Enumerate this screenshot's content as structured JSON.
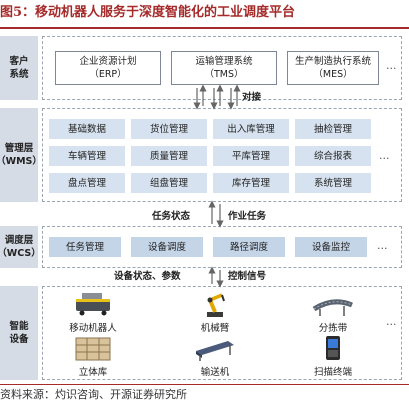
{
  "figure": {
    "title": "图5：移动机器人服务于深度智能化的工业调度平台",
    "source": "资料来源：灼识咨询、开源证券研究所"
  },
  "layers": {
    "customer": {
      "label_line1": "客户",
      "label_line2": "系统",
      "systems": [
        {
          "name": "企业资源计划",
          "abbr": "（ERP）"
        },
        {
          "name": "运输管理系统",
          "abbr": "（TMS）"
        },
        {
          "name": "生产制造执行系统",
          "abbr": "（MES）"
        }
      ],
      "ellipsis": "..."
    },
    "wms": {
      "label_line1": "管理层",
      "label_line2": "（WMS）",
      "modules": [
        "基础数据",
        "货位管理",
        "出入库管理",
        "抽检管理",
        "车辆管理",
        "质量管理",
        "平库管理",
        "综合报表",
        "盘点管理",
        "组盘管理",
        "库存管理",
        "系统管理"
      ],
      "ellipsis": "..."
    },
    "wcs": {
      "label_line1": "调度层",
      "label_line2": "（WCS）",
      "modules": [
        "任务管理",
        "设备调度",
        "路径调度",
        "设备监控"
      ],
      "ellipsis": "..."
    },
    "devices": {
      "label_line1": "智能",
      "label_line2": "设备",
      "items": [
        "移动机器人",
        "机械臂",
        "分拣带",
        "立体库",
        "输送机",
        "扫描终端"
      ],
      "ellipsis": "..."
    }
  },
  "connectors": {
    "docking": "对接",
    "task_status": "任务状态",
    "work_task": "作业任务",
    "device_status": "设备状态、参数",
    "control_signal": "控制信号"
  }
}
